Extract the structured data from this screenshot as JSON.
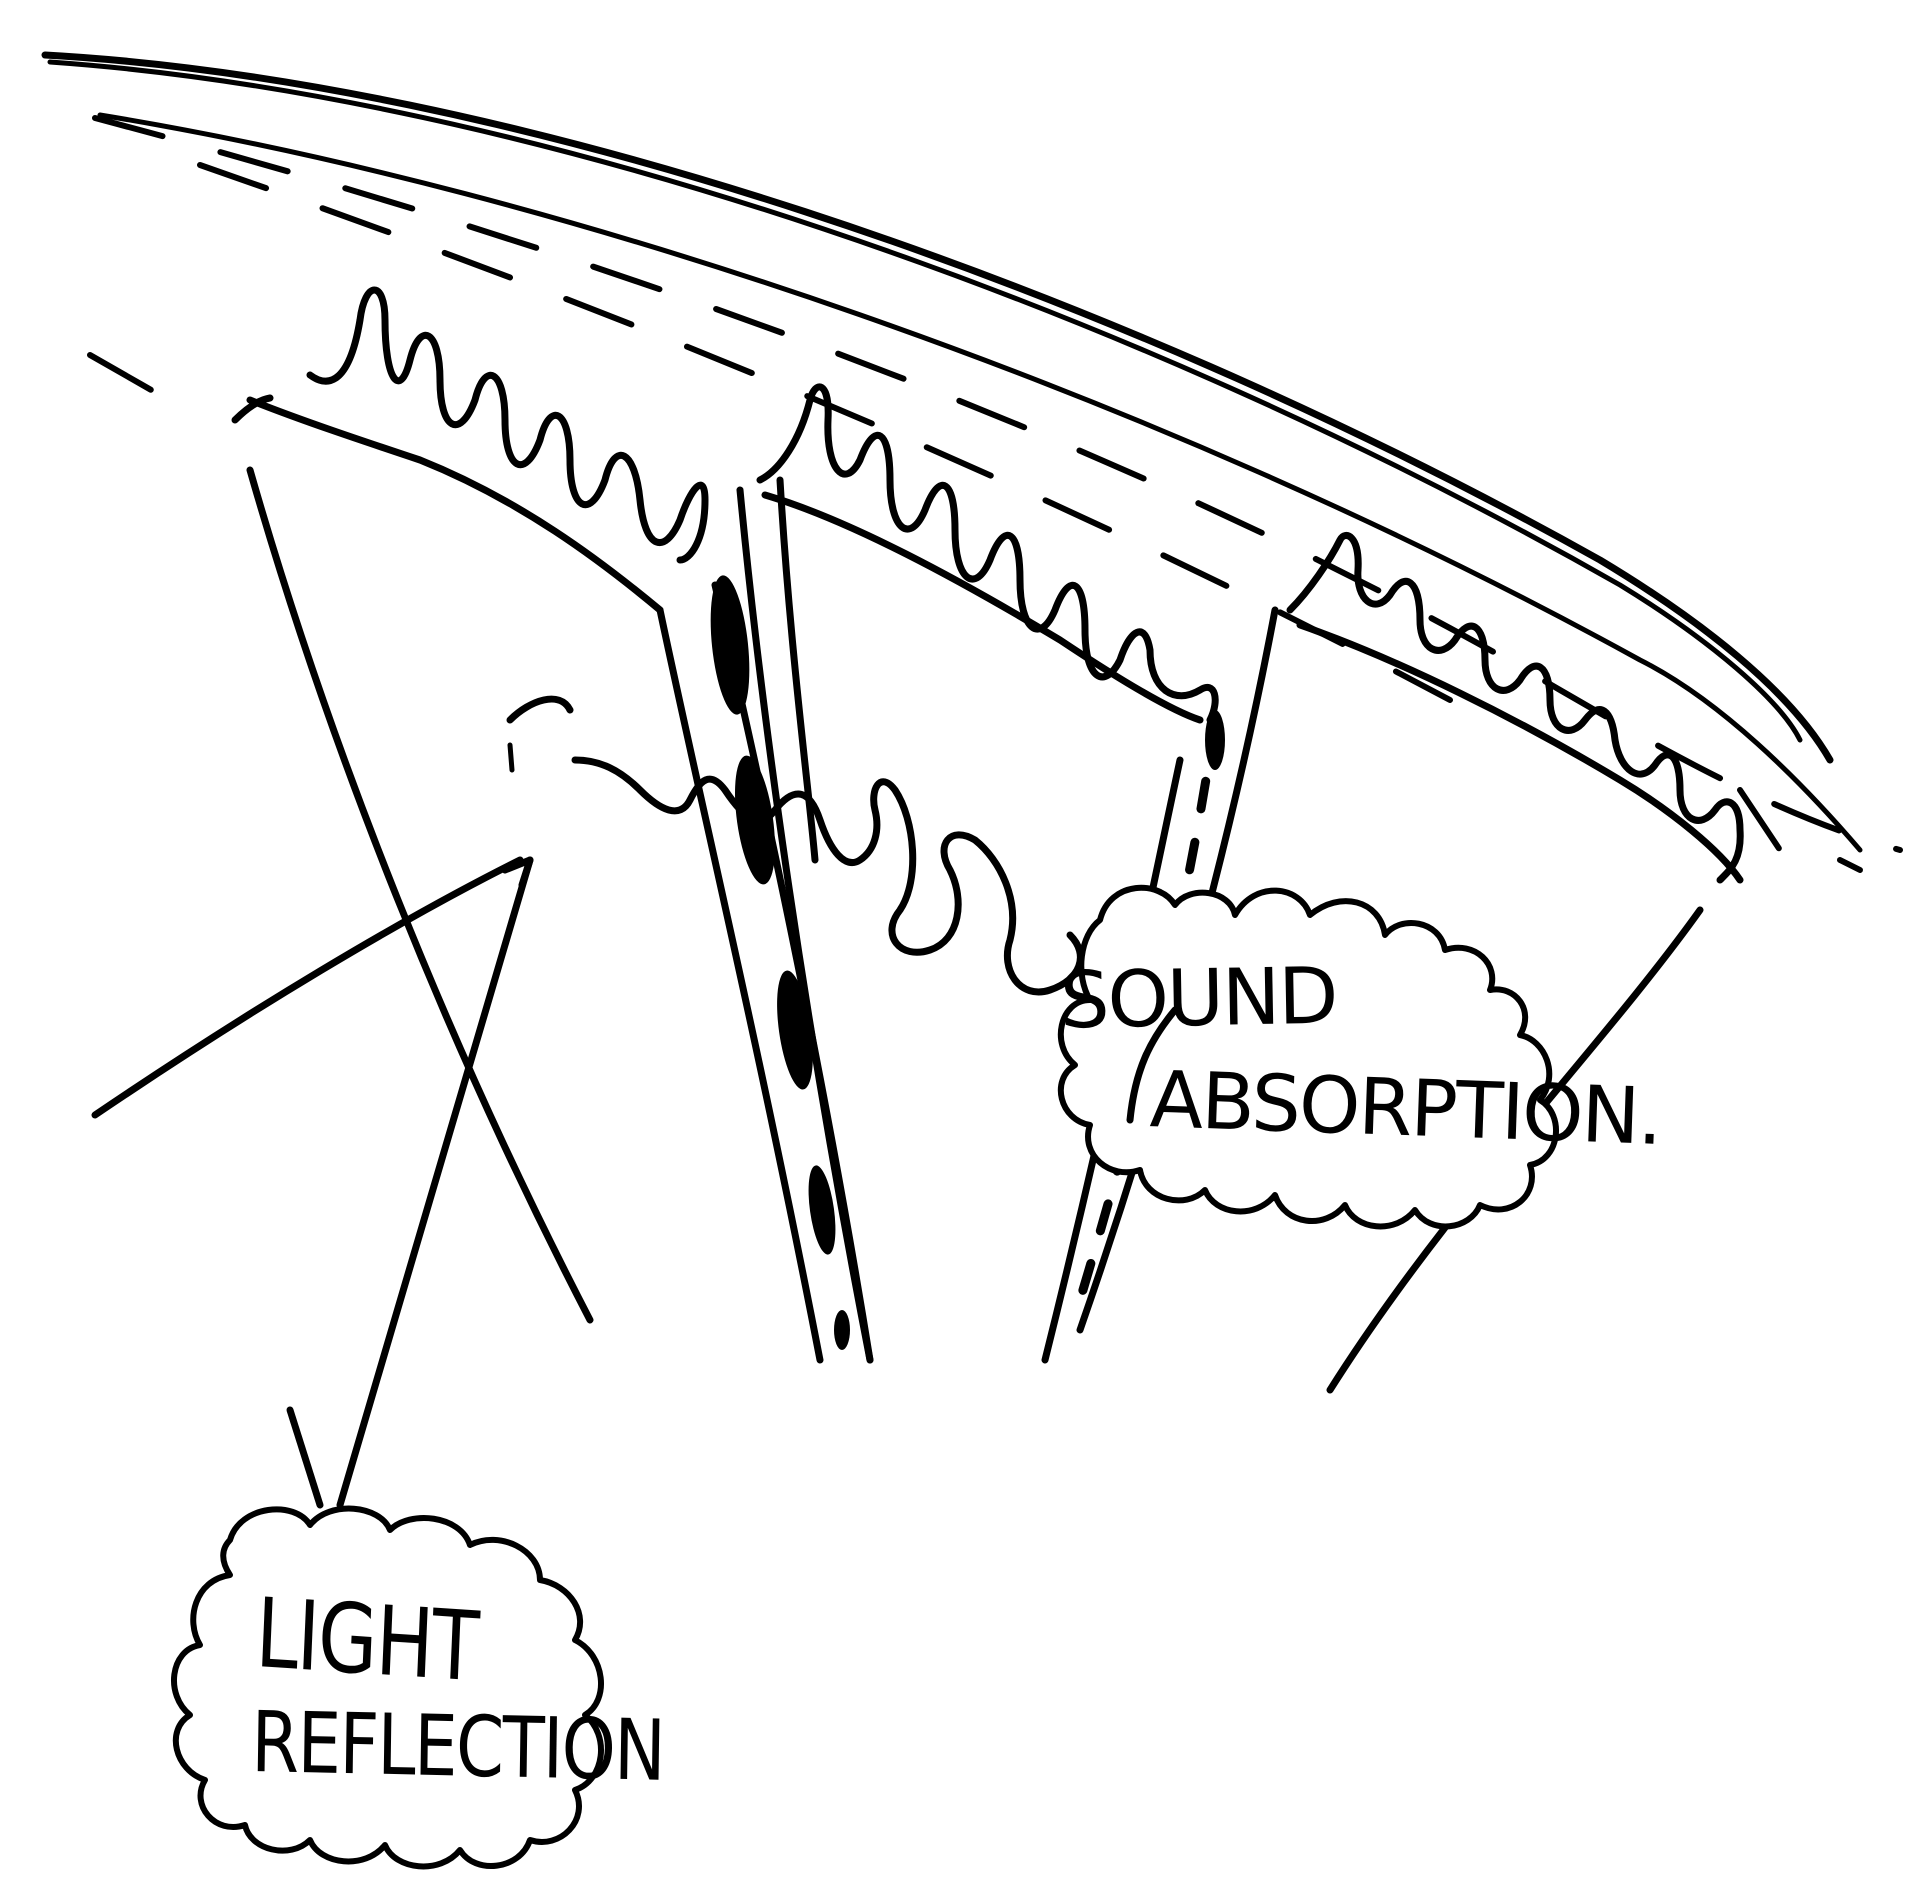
{
  "annotations": {
    "sound_absorption": {
      "line1": "SOUND",
      "line2": "ABSORPTION."
    },
    "light_reflection": {
      "line1": "LIGHT",
      "line2": "REFLECTION"
    }
  },
  "style": {
    "ink_color": "#000000",
    "paper_color": "#ffffff"
  }
}
